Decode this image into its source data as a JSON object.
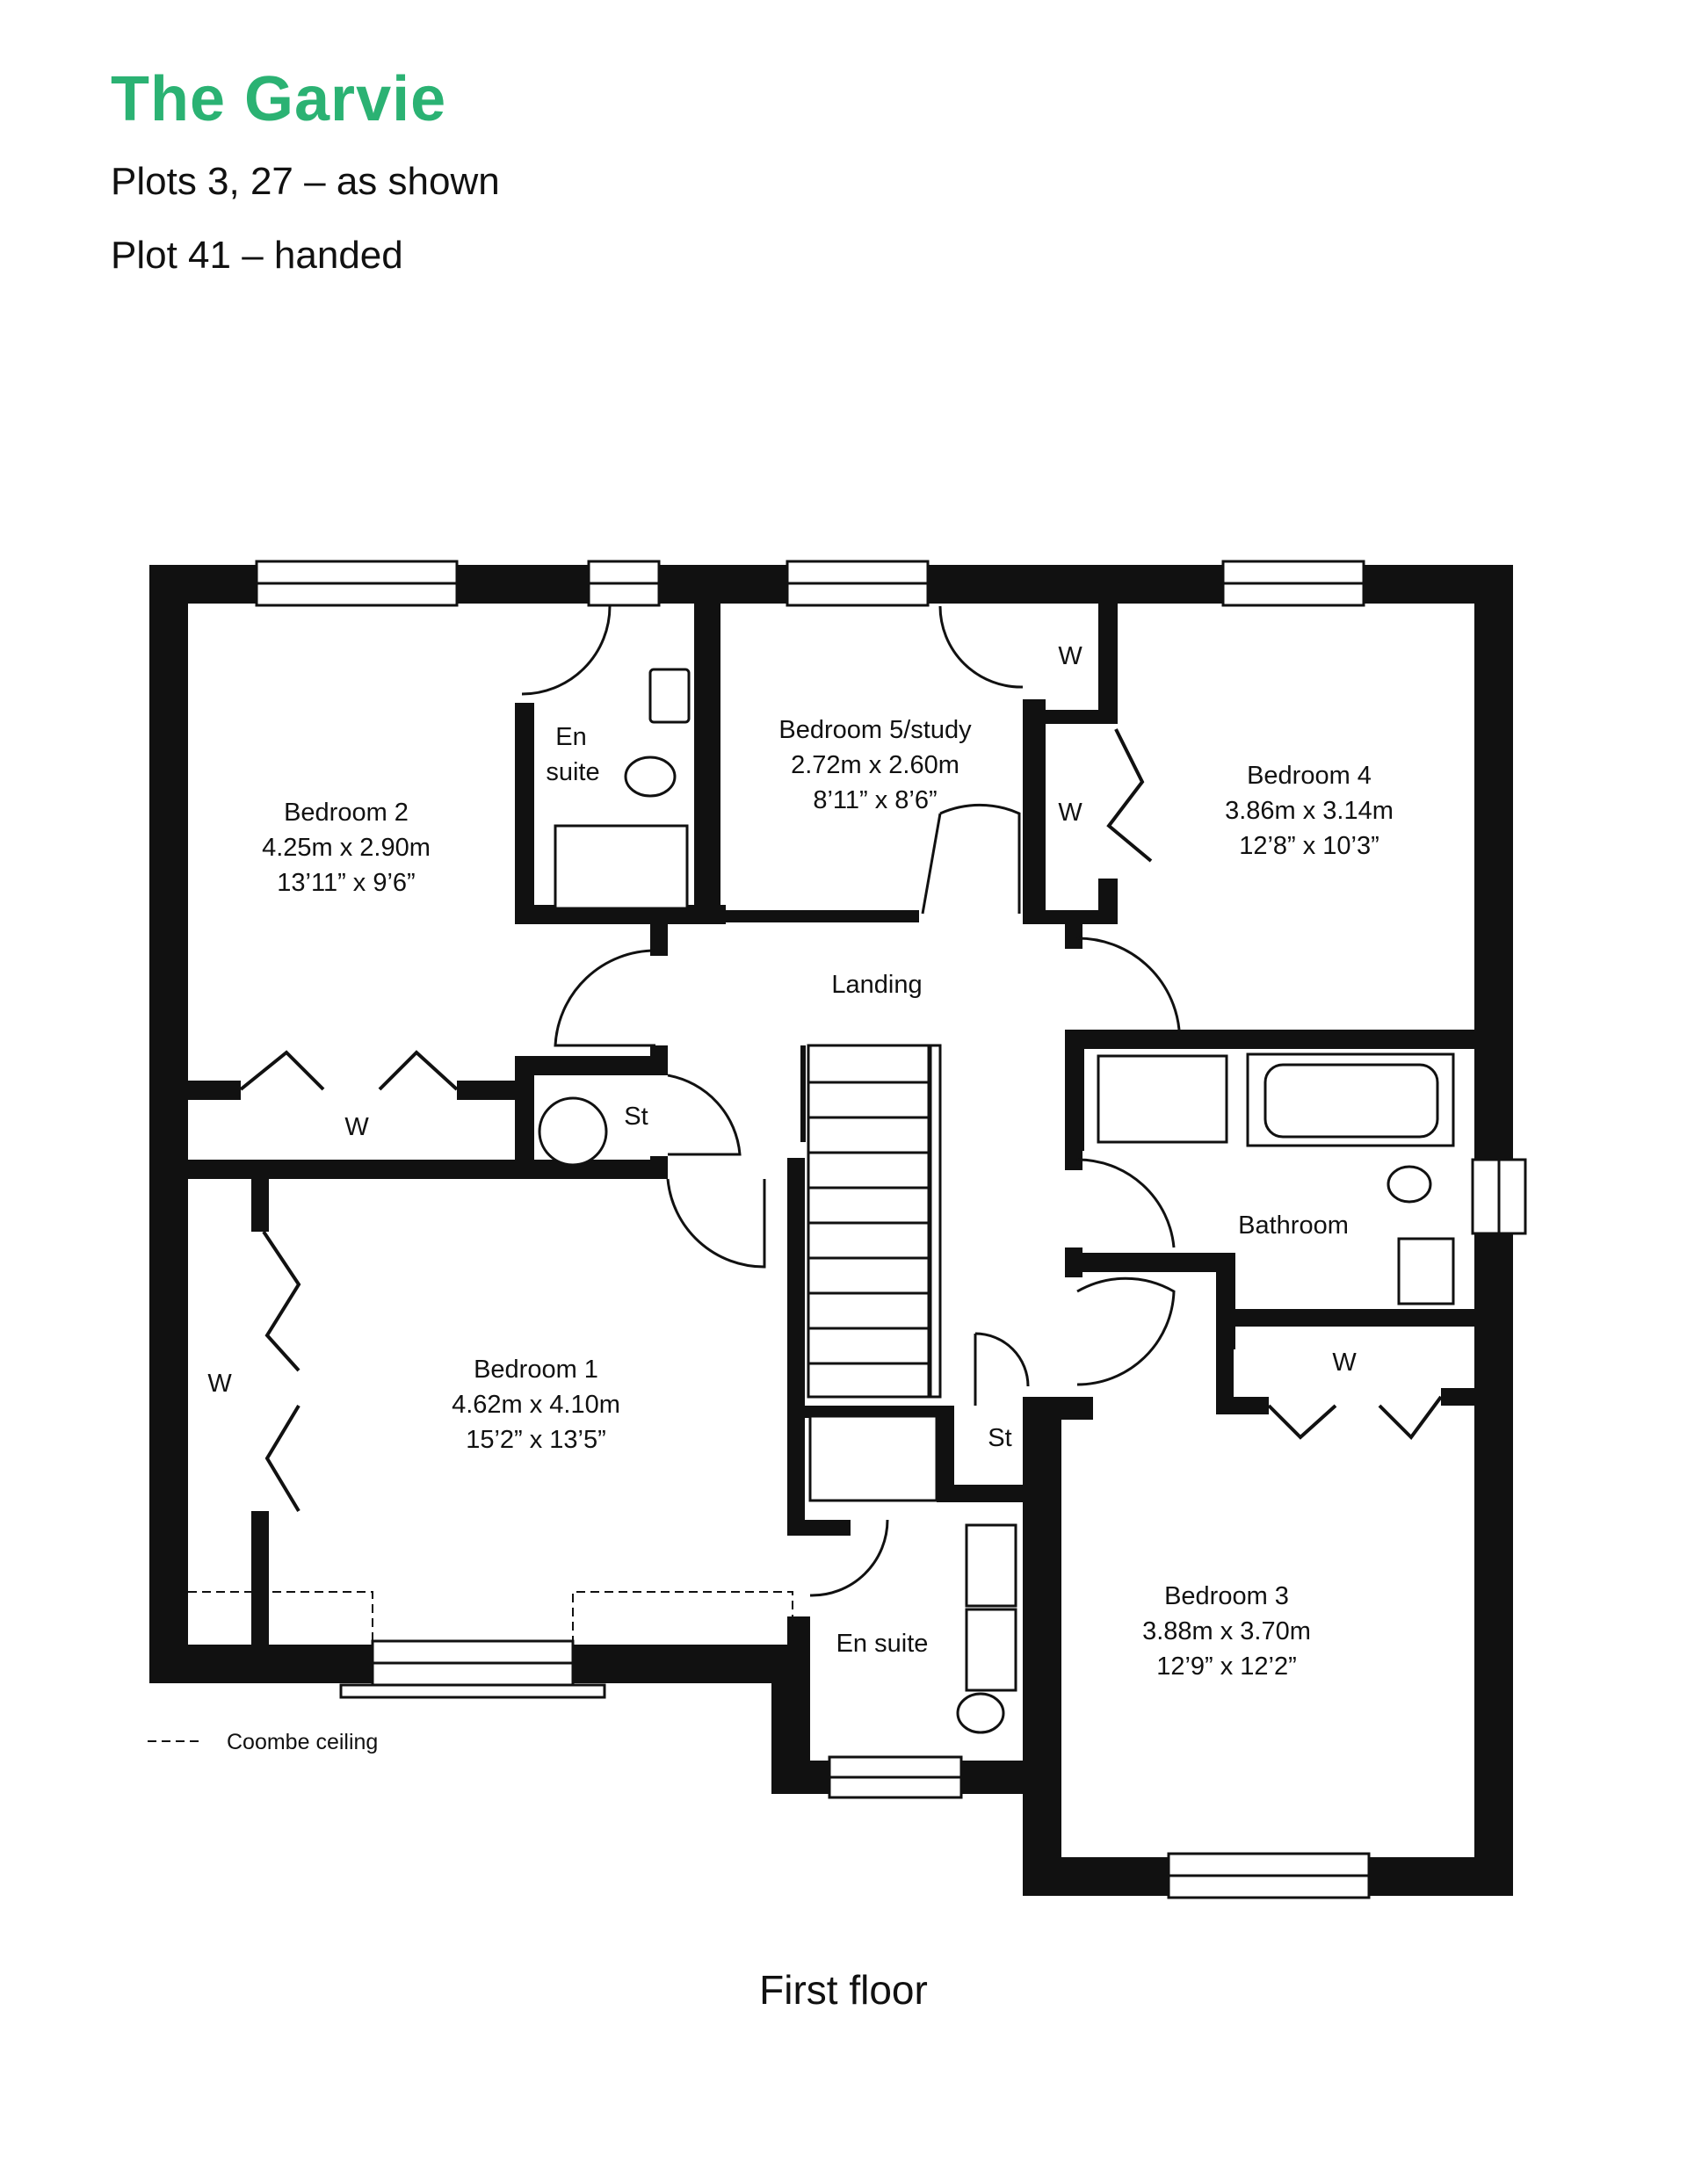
{
  "header": {
    "title": "The Garvie",
    "subtitle_1": "Plots 3, 27 – as shown",
    "subtitle_2": "Plot 41 – handed"
  },
  "colors": {
    "brand": "#2bb273",
    "wall": "#111111",
    "fixture_fill": "#e6e6e6"
  },
  "rooms": {
    "bedroom2": {
      "name": "Bedroom 2",
      "metric": "4.25m x 2.90m",
      "imperial": "13’11” x 9’6”"
    },
    "ensuite_top_line1": "En",
    "ensuite_top_line2": "suite",
    "bedroom5": {
      "name": "Bedroom 5/study",
      "metric": "2.72m x 2.60m",
      "imperial": "8’11” x 8’6”"
    },
    "bedroom4": {
      "name": "Bedroom 4",
      "metric": "3.86m x 3.14m",
      "imperial": "12’8” x 10’3”"
    },
    "landing": "Landing",
    "bathroom": "Bathroom",
    "bedroom1": {
      "name": "Bedroom 1",
      "metric": "4.62m x 4.10m",
      "imperial": "15’2” x 13’5”"
    },
    "ensuite_bottom": "En suite",
    "bedroom3": {
      "name": "Bedroom 3",
      "metric": "3.88m x 3.70m",
      "imperial": "12’9” x 12’2”"
    },
    "store": "St",
    "wardrobe": "W"
  },
  "legend": {
    "coombe": "Coombe ceiling"
  },
  "floor_name": "First floor"
}
